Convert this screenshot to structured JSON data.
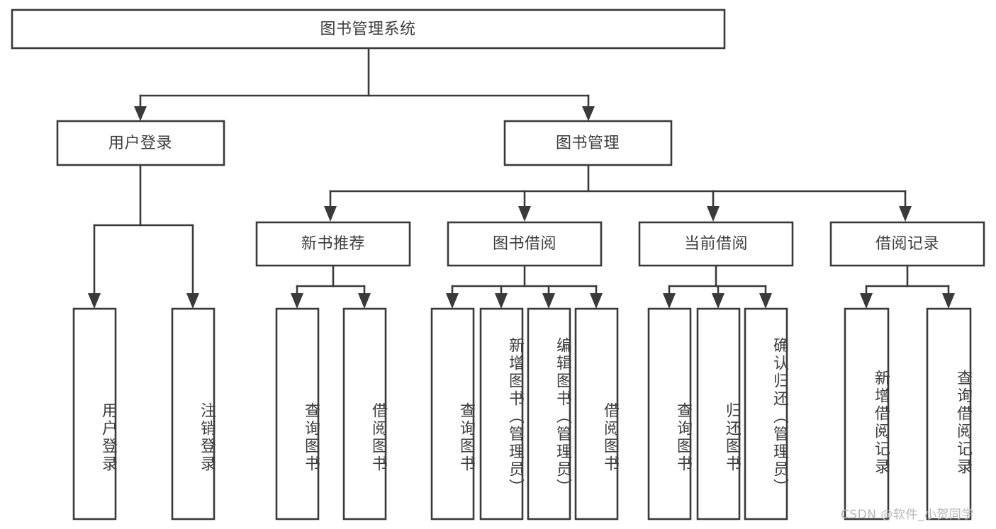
{
  "diagram": {
    "title": "图书管理系统",
    "type": "hierarchy-tree",
    "background_color": "#ffffff",
    "line_color": "#3a3a3a",
    "text_color": "#3d3d3d"
  },
  "nodes": {
    "root": {
      "label": "图书管理系统"
    },
    "level2": [
      {
        "id": "user-login",
        "label": "用户登录"
      },
      {
        "id": "book-manage",
        "label": "图书管理"
      }
    ],
    "level3": [
      {
        "id": "new-book-recommend",
        "label": "新书推荐"
      },
      {
        "id": "book-borrow",
        "label": "图书借阅"
      },
      {
        "id": "current-borrow",
        "label": "当前借阅"
      },
      {
        "id": "borrow-record",
        "label": "借阅记录"
      }
    ],
    "leaves": [
      {
        "id": "leaf-user-login",
        "label": "用户登录",
        "parent": "user-login"
      },
      {
        "id": "leaf-logout-login",
        "label": "注销登录",
        "parent": "user-login"
      },
      {
        "id": "leaf-query-book-1",
        "label": "查询图书",
        "parent": "new-book-recommend"
      },
      {
        "id": "leaf-borrow-book-1",
        "label": "借阅图书",
        "parent": "new-book-recommend"
      },
      {
        "id": "leaf-query-book-2",
        "label": "查询图书",
        "parent": "book-borrow"
      },
      {
        "id": "leaf-add-book",
        "label": "新增图书（管理员）",
        "parent": "book-borrow"
      },
      {
        "id": "leaf-edit-book",
        "label": "编辑图书（管理员）",
        "parent": "book-borrow"
      },
      {
        "id": "leaf-borrow-book-2",
        "label": "借阅图书",
        "parent": "book-borrow"
      },
      {
        "id": "leaf-query-book-3",
        "label": "查询图书",
        "parent": "current-borrow"
      },
      {
        "id": "leaf-return-book",
        "label": "归还图书",
        "parent": "current-borrow"
      },
      {
        "id": "leaf-confirm-return",
        "label": "确认归还（管理员）",
        "parent": "current-borrow"
      },
      {
        "id": "leaf-add-record",
        "label": "新增借阅记录",
        "parent": "borrow-record"
      },
      {
        "id": "leaf-query-record",
        "label": "查询借阅记录",
        "parent": "borrow-record"
      }
    ]
  },
  "watermark": {
    "text": "CSDN @软件_小贺同学"
  }
}
